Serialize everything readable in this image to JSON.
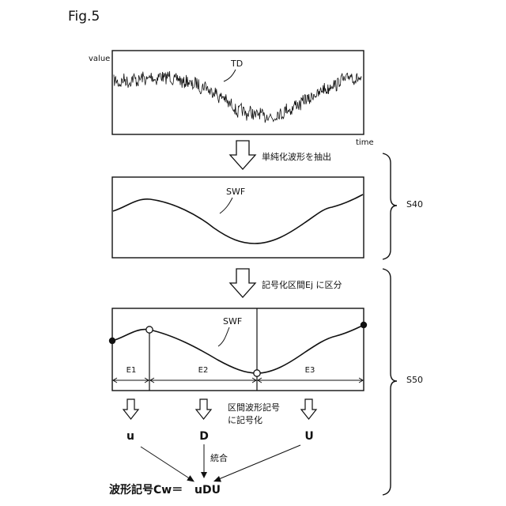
{
  "figure_label": "Fig.5",
  "panel1": {
    "y_label": "value",
    "x_label": "time",
    "trace_label": "TD"
  },
  "step1_caption": "単純化波形を抽出",
  "panel2": {
    "curve_label": "SWF"
  },
  "step2_caption": "記号化区間Ej に区分",
  "panel3": {
    "curve_label": "SWF",
    "intervals": [
      "E1",
      "E2",
      "E3"
    ]
  },
  "step3_caption_lines": [
    "区間波形記号",
    "に記号化"
  ],
  "symbols": [
    "u",
    "D",
    "U"
  ],
  "merge_label": "統合",
  "result": {
    "label": "波形記号Cw＝",
    "value": "uDU"
  },
  "brackets": {
    "s40": "S40",
    "s50": "S50"
  }
}
